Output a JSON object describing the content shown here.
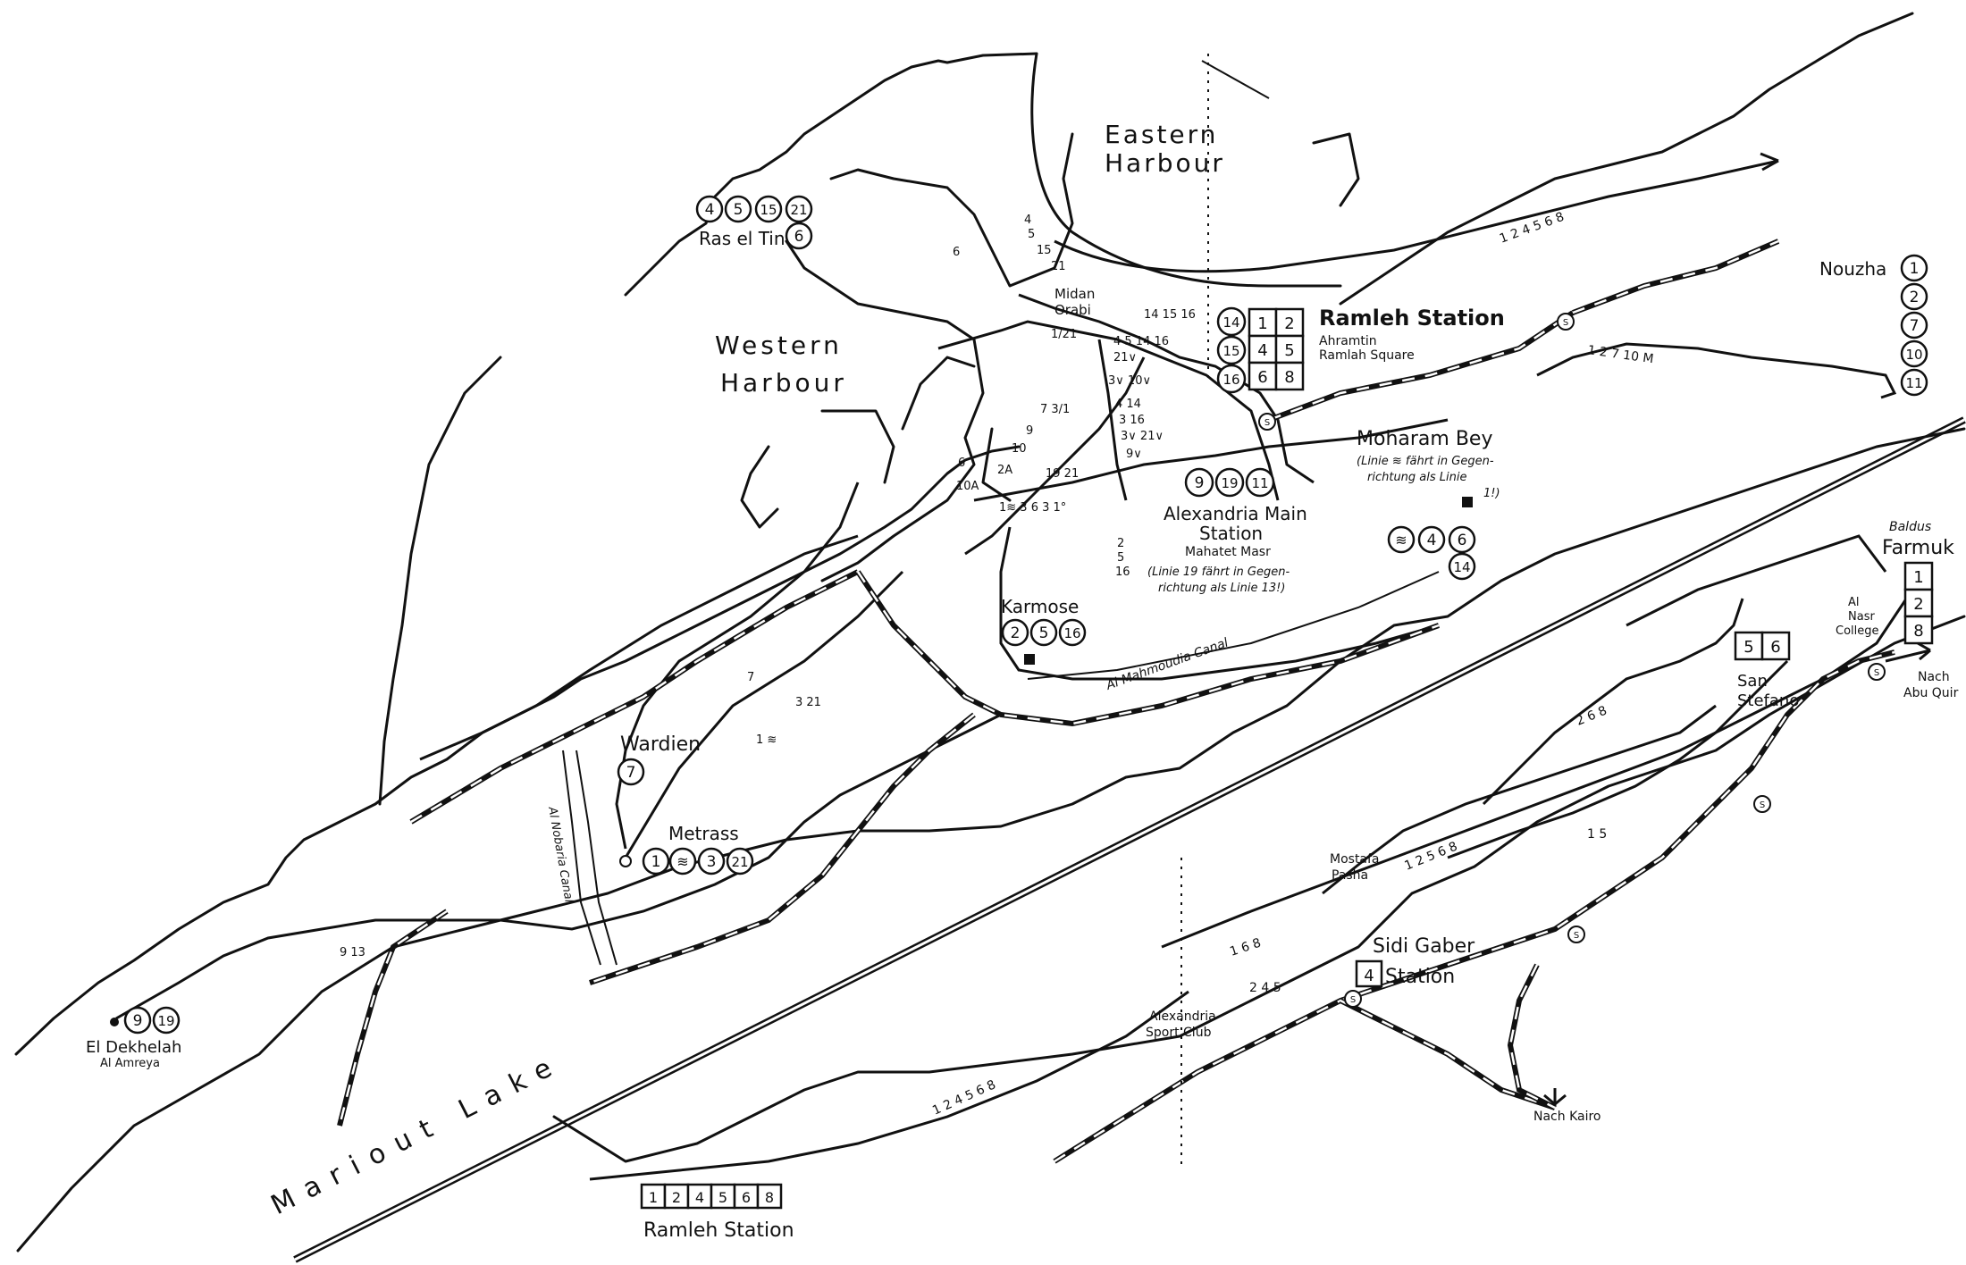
{
  "water_labels": {
    "eastern_harbour_1": "Eastern",
    "eastern_harbour_2": "Harbour",
    "western_harbour_1": "Western",
    "western_harbour_2": "Harbour",
    "lake": "Mariout Lake",
    "canal_mahmoudia": "Al Mahmoudia Canal",
    "canal_nobaria": "Al Nobaria Canal"
  },
  "stations": {
    "ras_el_tin": {
      "name": "Ras el Tin",
      "lines_top": [
        "4",
        "5",
        "15",
        "21"
      ],
      "lines_side": [
        "6"
      ]
    },
    "ramleh": {
      "name": "Ramleh Station",
      "sub1": "Ahramtin",
      "sub2": "Ramlah Square",
      "grid": [
        [
          "14",
          "1",
          "2"
        ],
        [
          "15",
          "4",
          "5"
        ],
        [
          "16",
          "6",
          "8"
        ]
      ]
    },
    "midan_orabi": {
      "name1": "Midan",
      "name2": "Orabi"
    },
    "moharam_bey": {
      "name": "Moharam Bey",
      "note1": "(Linie ≋ fährt in Gegen-",
      "note2": "richtung als Linie",
      "note3": "1!)"
    },
    "main_station": {
      "name1": "Alexandria Main",
      "name2": "Station",
      "sub": "Mahatet Masr",
      "lines": [
        "9",
        "19",
        "11"
      ],
      "note1": "(Linie 19 fährt in Gegen-",
      "note2": "richtung als Linie 13!)"
    },
    "moharam_lines": [
      "≋",
      "4",
      "6",
      "14"
    ],
    "karmose": {
      "name": "Karmose",
      "lines": [
        "2",
        "5",
        "16"
      ]
    },
    "wardien": {
      "name": "Wardien",
      "lines": [
        "7"
      ]
    },
    "metrass": {
      "name": "Metrass",
      "lines": [
        "1",
        "≋",
        "3",
        "21"
      ]
    },
    "el_dekhelah": {
      "name": "El Dekhelah",
      "sub": "Al Amreya",
      "lines": [
        "9",
        "19"
      ]
    },
    "nouzha": {
      "name": "Nouzha",
      "lines": [
        "1",
        "2",
        "7",
        "10",
        "11"
      ]
    },
    "baldus_farmuk": {
      "name1": "Baldus",
      "name2": "Farmuk",
      "lines": [
        "1",
        "2",
        "8"
      ]
    },
    "al_nasr_college": {
      "name1": "Al",
      "name2": "Nasr",
      "name3": "College"
    },
    "nach_abu_quir": {
      "name1": "Nach",
      "name2": "Abu Quir"
    },
    "san_stefano": {
      "name1": "San",
      "name2": "Stefano",
      "lines": [
        "5",
        "6"
      ]
    },
    "mostafa_pasha": {
      "name1": "Mostafa",
      "name2": "Pasha"
    },
    "sidi_gaber": {
      "name1": "Sidi Gaber",
      "name2": "Station",
      "lines": [
        "4"
      ]
    },
    "sport_club": {
      "name1": "Alexandria",
      "name2": "Sport Club"
    },
    "nach_kairo": {
      "name": "Nach Kairo"
    },
    "ramleh_bottom": {
      "name": "Ramleh Station",
      "lines": [
        "1",
        "2",
        "4",
        "5",
        "6",
        "8"
      ]
    }
  },
  "route_labels": {
    "r_124568_top": "1 2 4 5 6 8",
    "r_12710m": "1 2 7 10 M",
    "r_4_5_15_21": [
      "4",
      "5",
      "15",
      "21"
    ],
    "r_6a": "6",
    "r_6b": "6",
    "r_1_21": "1/21",
    "r_14_15_16": "14 15 16",
    "r_45_1416_21": "4 5 14 16",
    "r_21v": "21∨",
    "r_3v_10v": "3∨   10∨",
    "r_4_14": "4    14",
    "r_3_16": "3    16",
    "r_3v_21v": "3∨   21∨",
    "r_9v": "9∨",
    "r_7_3_1": "7  3/1",
    "r_9": "9",
    "r_10": "10",
    "r_2a": "2A",
    "r_10a": "10A",
    "r_19_21": "19 21",
    "r_station_row": "1≋ 3 6 3 1°",
    "r_2_5_16": [
      "2",
      "5",
      "16"
    ],
    "r_7w": "7",
    "r_3_21": "3 21",
    "r_1w": "1 ≋",
    "r_9_13": "9 13",
    "r_268": "2 6 8",
    "r_1258": "1 2 5 6 8",
    "r_15": "1 5",
    "r_168": "1 6 8",
    "r_245": "2 4 5",
    "r_124568_bottom": "1 2 4 5 6 8"
  }
}
